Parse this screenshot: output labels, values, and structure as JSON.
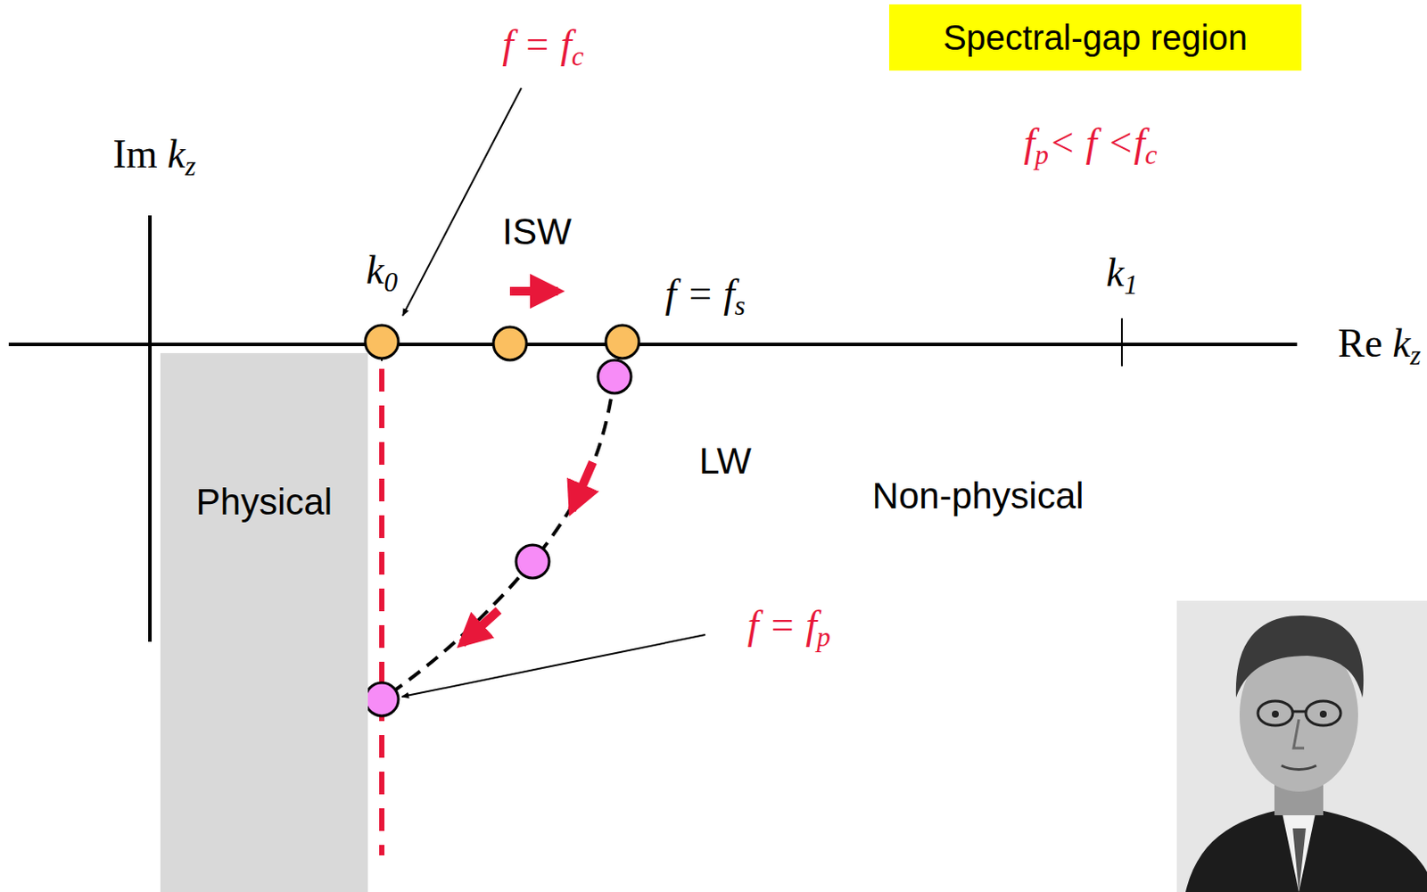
{
  "diagram": {
    "nodes": [
      {
        "text": [
          "Spectral-gap region"
        ]
      },
      {
        "text": [
          "Physical"
        ]
      }
    ],
    "labels": [
      "f = fc",
      "Im kz",
      "ISW",
      "k0",
      "f = fs",
      "k1",
      "Re kz",
      "LW",
      "Non-physical",
      "f = fp",
      "fp< f <fc"
    ]
  }
}
